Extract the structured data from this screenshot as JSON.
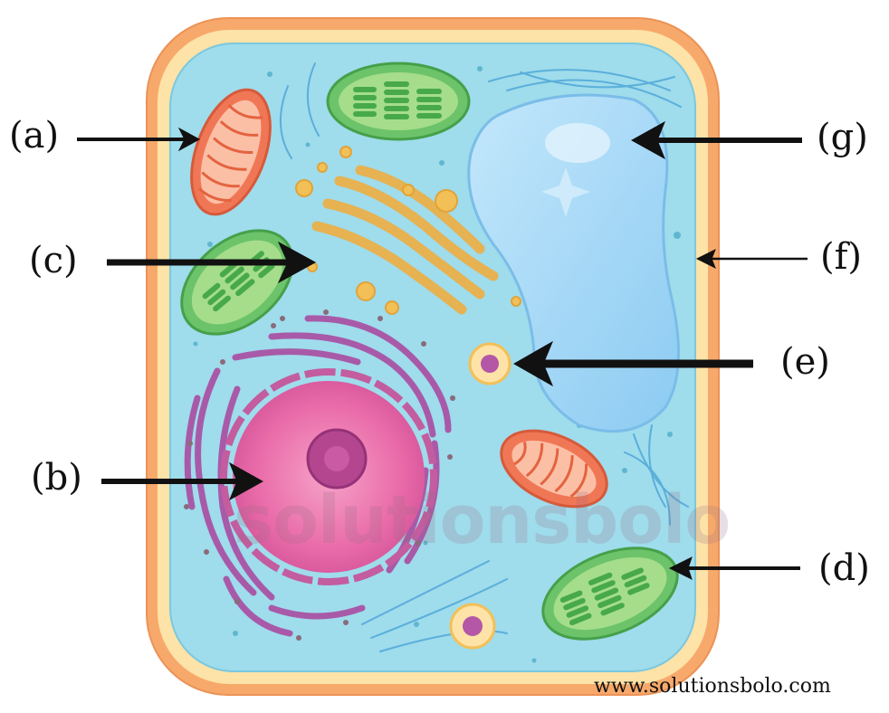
{
  "labels": {
    "a": "(a)",
    "b": "(b)",
    "c": "(c)",
    "d": "(d)",
    "e": "(e)",
    "f": "(f)",
    "g": "(g)"
  },
  "website": "www.solutionsbolo.com",
  "watermark": "solutionsbolo",
  "colors": {
    "cell_wall_outer": "#f7a96b",
    "cell_wall_inner": "#fde3a7",
    "cytoplasm": "#9fdcec",
    "vacuole": "#a6d8f7",
    "nucleus": "#e66aa8",
    "nucleolus": "#a83a83",
    "er": "#a85aa8",
    "golgi": "#f2b542",
    "mitochondrion": "#f07755",
    "chloroplast": "#6cc36a",
    "arrow": "#111111"
  }
}
